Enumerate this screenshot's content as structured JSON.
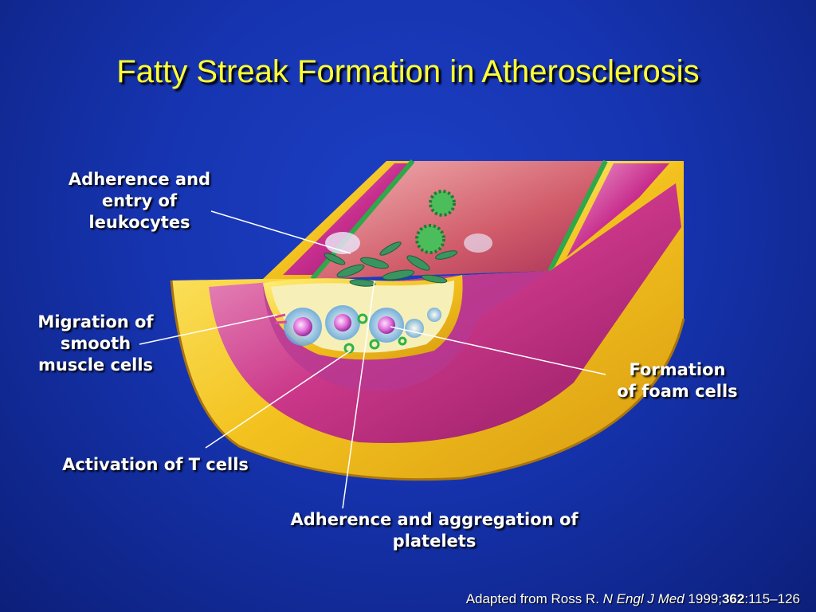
{
  "title": "Fatty Streak Formation in Atherosclerosis",
  "labels": {
    "leukocytes": [
      "Adherence and",
      "entry of",
      "leukocytes"
    ],
    "smooth_muscle": [
      "Migration of",
      "smooth",
      "muscle cells"
    ],
    "t_cells": [
      "Activation of T cells"
    ],
    "platelets": [
      "Adherence and aggregation of",
      "platelets"
    ],
    "foam_cells": [
      "Formation",
      "of foam cells"
    ]
  },
  "citation": {
    "prefix": "Adapted from Ross R. ",
    "journal": "N Engl J Med",
    "year": " 1999;",
    "volume": "362",
    "pages": ":115–126"
  },
  "colors": {
    "title": "#ffff33",
    "background": "#1634b0",
    "outer_wall": "#f7cc2a",
    "media": "#d23c96",
    "plaque_core": "#f6f0b8"
  }
}
